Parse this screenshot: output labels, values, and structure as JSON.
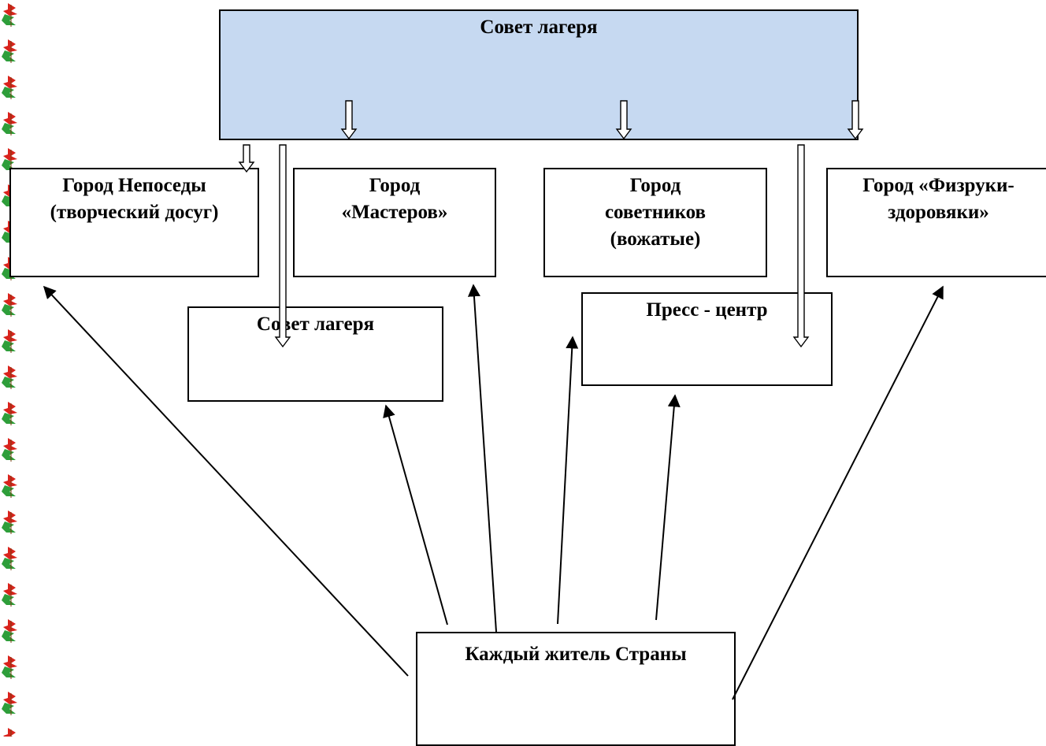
{
  "diagram": {
    "top": {
      "title": "Совет лагеря"
    },
    "cities": [
      {
        "id": "neposedy",
        "label": "Город Непоседы\n(творческий досуг)"
      },
      {
        "id": "mastera",
        "label": "Город\n«Мастеров»"
      },
      {
        "id": "sovetniki",
        "label": "Город\nсоветников\n(вожатые)"
      },
      {
        "id": "fizruki",
        "label": "Город «Физруки-\nздоровяки»"
      }
    ],
    "mid": {
      "council": {
        "label": "Совет лагеря"
      },
      "press": {
        "label": "Пресс - центр"
      }
    },
    "bottom": {
      "label": "Каждый житель Страны"
    },
    "decoration": {
      "border": "leaf-border"
    },
    "colors": {
      "top_fill": "#c6d9f1",
      "line": "#000000",
      "leaf_red": "#d9231c",
      "leaf_green": "#2e9e3a"
    }
  }
}
